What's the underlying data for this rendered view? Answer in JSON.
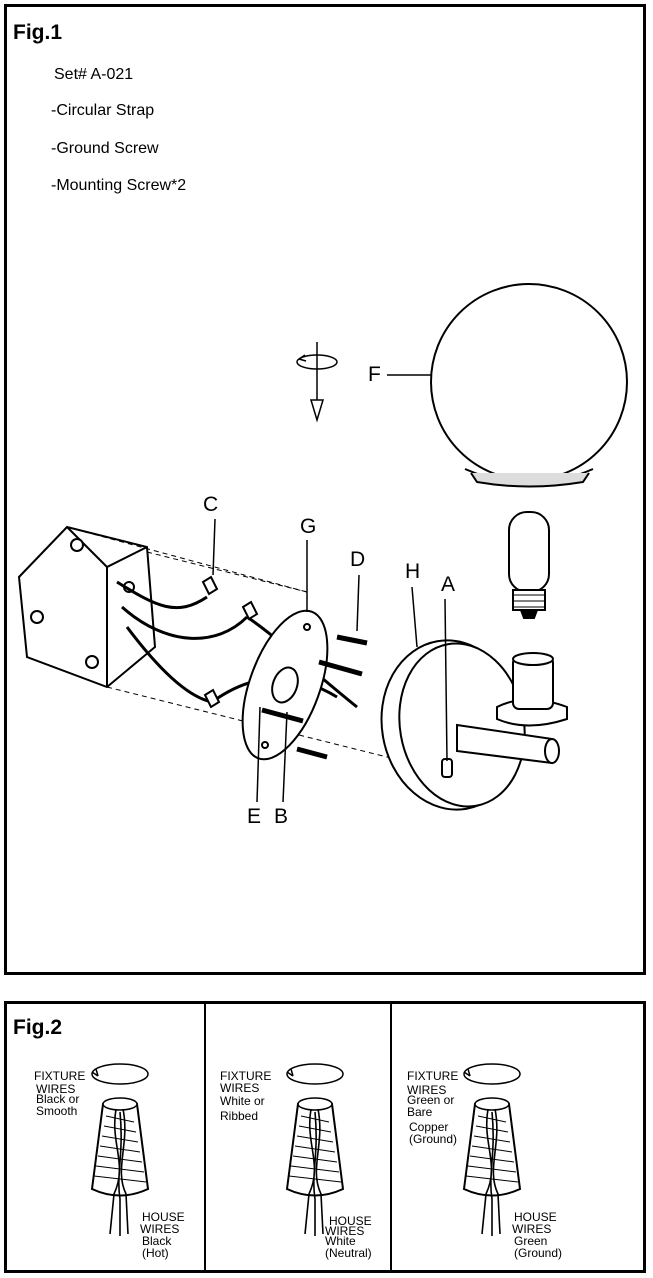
{
  "fig1": {
    "title": "Fig.1",
    "set_number": "Set# A-021",
    "parts": [
      "-Circular Strap",
      "-Ground Screw",
      "-Mounting Screw*2"
    ],
    "callouts": {
      "A": "A",
      "B": "B",
      "C": "C",
      "D": "D",
      "E": "E",
      "F": "F",
      "G": "G",
      "H": "H"
    }
  },
  "fig2": {
    "title": "Fig.2",
    "panels": [
      {
        "fixture_label": "FIXTURE",
        "fixture_wires_label": "WIRES",
        "fixture_color": [
          "Black or",
          "Smooth"
        ],
        "house_label": "HOUSE",
        "house_wires_label": "WIRES",
        "house_color": [
          "Black",
          "(Hot)"
        ]
      },
      {
        "fixture_label": "FIXTURE",
        "fixture_wires_label": "WIRES",
        "fixture_color": [
          "White or",
          "Ribbed"
        ],
        "house_label": "HOUSE",
        "house_wires_label": "WIRES",
        "house_color": [
          "White",
          "(Neutral)"
        ]
      },
      {
        "fixture_label": "FIXTURE",
        "fixture_wires_label": "WIRES",
        "fixture_color": [
          "Green or",
          "Bare",
          "Copper",
          "(Ground)"
        ],
        "house_label": "HOUSE",
        "house_wires_label": "WIRES",
        "house_color": [
          "Green",
          "(Ground)"
        ]
      }
    ]
  }
}
